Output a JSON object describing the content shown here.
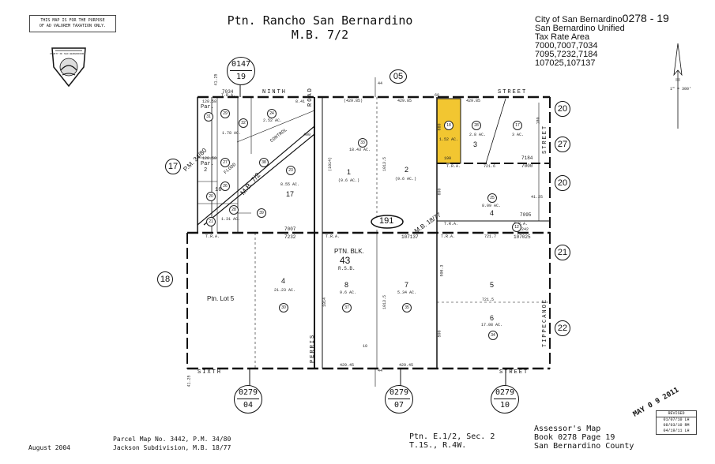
{
  "disclaimer": {
    "line1": "THIS MAP IS FOR THE PURPOSE",
    "line2": "OF AD VALOREM TAXATION ONLY."
  },
  "seal": {
    "text": "COUNTY OF SAN BERNARDINO"
  },
  "title": {
    "line1": "Ptn. Rancho San Bernardino",
    "line2": "M.B. 7/2"
  },
  "header": {
    "city": "City of San Bernardino",
    "book_ref": "0278 - 19",
    "district": "San Bernardino Unified",
    "tra_label": "Tax Rate Area",
    "tra_line1": "7000,7007,7034",
    "tra_line2": "7095,7232,7184",
    "tra_line3": "107025,107137"
  },
  "scale": {
    "label": "1\" = 300'"
  },
  "streets": {
    "ninth": "NINTH",
    "sixth": "SIXTH",
    "street": "STREET",
    "road": "ROAD",
    "perris": "PERRIS",
    "tippecanoe": "TIPPECANOE",
    "control": "CONTROL",
    "flood": "FLOOD"
  },
  "refs": {
    "top": {
      "book": "0147",
      "page": "19"
    },
    "b1": {
      "book": "0279",
      "page": "04"
    },
    "b2": {
      "book": "0279",
      "page": "07"
    },
    "b3": {
      "book": "0279",
      "page": "10"
    }
  },
  "adjacent": [
    "05",
    "17",
    "18",
    "20",
    "27",
    "20",
    "21",
    "22"
  ],
  "center_mark": "191",
  "pm_label": "P.M. 34/80",
  "mb_label": "M.B. 18/77",
  "mb_label2": "M.B. 7/2",
  "tra_marks": [
    "T.R.A.",
    "T.R.A.",
    "T.R.A.",
    "T.R.A.",
    "T.R.A.",
    "T.R.A.",
    "T.R.A."
  ],
  "tra_codes": {
    "a": "7034",
    "b": "7184",
    "c": "7000",
    "d": "7095",
    "e": "7007",
    "f": "7232",
    "g": "107137",
    "h": "107025"
  },
  "parcels": {
    "p1": {
      "num": "1",
      "acres": "(9.6 AC.)"
    },
    "p2": {
      "num": "2",
      "acres": "(9.6 AC.)"
    },
    "p3": {
      "num": "3",
      "acres": "2.8 AC."
    },
    "p3b": {
      "acres": "3 AC."
    },
    "p4top": {
      "num": "4",
      "acres": "8.09 AC."
    },
    "p17": {
      "num": "17",
      "acres": "8.55 AC."
    },
    "p18ac": {
      "acres": "18.43 AC."
    },
    "p152": {
      "acres": "1.52 AC."
    },
    "p178": {
      "acres": "1.78 AC."
    },
    "p252": {
      "acres": "2.52 AC."
    },
    "p131": {
      "acres": "1.31 AC."
    },
    "lot5": {
      "label": "Ptn. Lot 5"
    },
    "p4bot": {
      "num": "4",
      "acres": "21.23 AC."
    },
    "blk": {
      "line1": "PTN. BLK.",
      "line2": "43",
      "line3": "R.S.B."
    },
    "p8": {
      "num": "8",
      "acres": "9.6 AC."
    },
    "p7": {
      "num": "7",
      "acres": "5.34 AC."
    },
    "p5": {
      "num": "5"
    },
    "p6": {
      "num": "6",
      "acres": "17.08 AC."
    },
    "par1": {
      "label": "Par."
    },
    "par2": {
      "label": "Par.",
      "num": "2"
    },
    "lot16": {
      "num": "16"
    }
  },
  "parcel_circles": [
    "31",
    "29",
    "24",
    "33",
    "18",
    "28",
    "17",
    "32",
    "20",
    "26",
    "27",
    "38",
    "23",
    "25",
    "12",
    "21",
    "28",
    "39",
    "30",
    "37",
    "35",
    "34"
  ],
  "dims": [
    "(429.85)",
    "429.85",
    "429.85",
    "429.45",
    "429.45",
    "(1014)",
    "1013.5",
    "1014",
    "1013.5",
    "721.7",
    "721.5",
    "721.6",
    "600",
    "660",
    "500",
    "180",
    "190",
    "242",
    "60",
    "44",
    "44",
    "10",
    "41.25",
    "41.25",
    "41.25",
    "128.58",
    "128.58",
    "8.41",
    "400",
    "506.3"
  ],
  "stamp": {
    "date": "MAY 0 9 2011"
  },
  "revised": {
    "title": "REVISED",
    "r1": "01/07/10 LH",
    "r2": "08/03/10 RM",
    "r3": "04/19/11 LH"
  },
  "footer": {
    "date": "August 2004",
    "ref1": "Parcel Map No. 3442, P.M. 34/80",
    "ref2": "Jackson Subdivision, M.B. 18/77",
    "sec1": "Ptn. E.1/2, Sec. 2",
    "sec2": "T.1S., R.4W.",
    "map1": "Assessor's Map",
    "map2": "Book 0278 Page 19",
    "map3": "San Bernardino County"
  },
  "colors": {
    "highlight": "#f2c631",
    "line": "#111111"
  },
  "icons": [
    "north-arrow-icon",
    "county-seal-icon"
  ]
}
